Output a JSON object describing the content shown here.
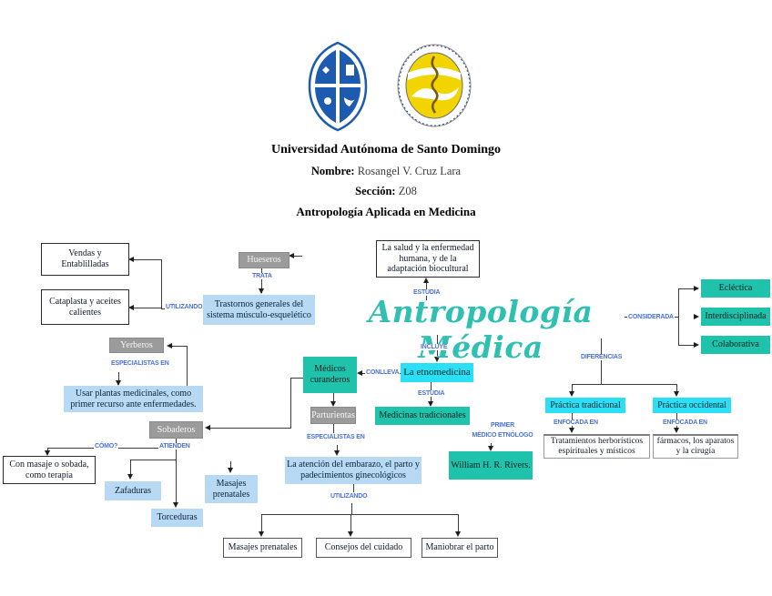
{
  "header": {
    "university": "Universidad Autónoma de Santo Domingo",
    "name_label": "Nombre:",
    "name_value": "Rosangel V. Cruz Lara",
    "section_label": "Sección:",
    "section_value": "Z08",
    "course": "Antropología Aplicada en Medicina",
    "logos": {
      "left": "uasd-university-seal",
      "right": "faculty-health-sciences-seal"
    }
  },
  "map": {
    "title": "Antropología Médica",
    "nodes": {
      "vendas": "Vendas y Entablilladas",
      "cataplasta": "Cataplasta y aceites calientes",
      "hueseros": "Hueseros",
      "trastornos": "Trastornos generales del sistema músculo-esquelético",
      "salud": "La salud y la enfermedad humana, y de la adaptación biocultural",
      "eclectica": "Ecléctica",
      "interdisciplinada": "Interdisciplinada",
      "colaborativa": "Colaborativa",
      "medicos": "Médicos curanderos",
      "etnomedicina": "La etnomedicina",
      "medicinas": "Medicinas tradicionales",
      "practica_tradicional": "Práctica tradicional",
      "practica_occidental": "Práctica occidental",
      "tratamientos": "Tratamientos herborísticos espirituales y místicos",
      "farmacos": "fármacos, los aparatos y la cirugía",
      "william": "William H. R. Rivers.",
      "yerberos": "Yerberos",
      "usar_plantas": "Usar plantas medicinales, como primer recurso ante enfermedades.",
      "sobaderos": "Sobaderos",
      "con_masaje": "Con masaje o sobada, como terapia",
      "zafaduras": "Zafaduras",
      "torceduras": "Torceduras",
      "masajes_prenatales_lado": "Masajes prenatales",
      "parturientas": "Parturientas",
      "atencion": "La atención del embarazo, el parto y padecimientos ginecológicos",
      "masajes_prenatales": "Masajes prenatales",
      "consejos": "Consejos del cuidado",
      "maniobrar": "Maniobrar el parto"
    },
    "connectors": {
      "utilizando_left": "UTILIZANDO",
      "trata": "TRATA",
      "estudia_top": "ESTUDIA",
      "considerada": "CONSIDERADA",
      "incluye": "INCLUYE",
      "conlleva": "CONLLEVA",
      "estudia_mid": "ESTUDIA",
      "diferencias": "DIFERENCIAS",
      "enfocada_left": "ENFOCADA EN",
      "enfocada_right": "ENFOCADA EN",
      "primer_l1": "PRIMER",
      "primer_l2": "MÉDICO ETNÓLOGO",
      "especialistas_yerberos": "ESPECIALISTAS EN",
      "especialistas_parturientas": "ESPECIALISTAS EN",
      "como": "CÓMO?",
      "atienden": "ATIENDEN",
      "utilizando_bottom": "UTILIZANDO"
    },
    "colors": {
      "teal_box": "#1fc3ac",
      "cyan_box": "#2be0f5",
      "light_blue_box": "#b7d9f3",
      "gray_box": "#9b9b9b",
      "connector_label": "#4a72d8",
      "title_teal": "#2fc0b2"
    }
  }
}
